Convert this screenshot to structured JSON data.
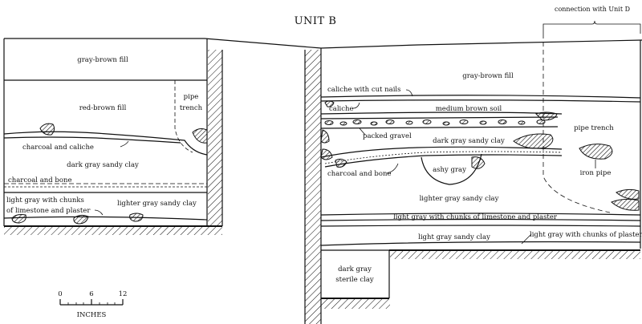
{
  "title": "UNIT B",
  "connection_note": "connection with Unit D",
  "left_profile": {
    "labels": {
      "fill_top": "gray-brown fill",
      "fill_mid": "red-brown fill",
      "pipe": "pipe",
      "trench": "trench",
      "charcoal_caliche": "charcoal and caliche",
      "dark_clay": "dark gray sandy clay",
      "charcoal_bone": "charcoal and bone",
      "light_gray_1": "light gray with chunks",
      "light_gray_2": "of limestone and plaster",
      "lighter_clay": "lighter gray sandy clay"
    }
  },
  "right_profile": {
    "labels": {
      "fill_top": "gray-brown fill",
      "caliche_nails": "caliche with cut nails",
      "caliche": "caliche",
      "medium_soil": "medium brown soil",
      "pipe_trench": "pipe trench",
      "packed_gravel": "packed gravel",
      "dark_clay": "dark gray sandy clay",
      "charcoal_bone": "charcoal and bone",
      "ashy_gray": "ashy gray",
      "iron_pipe": "iron pipe",
      "lighter_clay": "lighter gray sandy clay",
      "light_gray_limestone": "light gray with chunks of limestone and plaster",
      "light_sandy": "light gray sandy clay",
      "light_gray_plaster": "light gray with chunks of plaster",
      "sterile_1": "dark gray",
      "sterile_2": "sterile clay"
    }
  },
  "scale": {
    "ticks": [
      "0",
      "6",
      "12"
    ],
    "unit": "INCHES"
  }
}
